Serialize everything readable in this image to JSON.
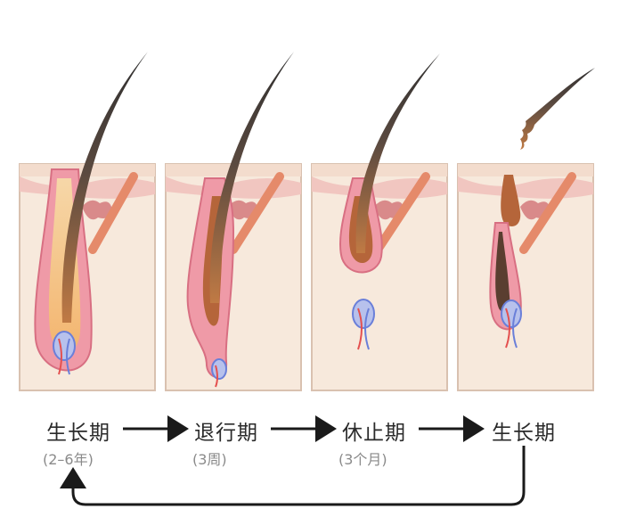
{
  "stages": [
    {
      "name": "生长期",
      "duration": "(2–6年)"
    },
    {
      "name": "退行期",
      "duration": "(3周)"
    },
    {
      "name": "休止期",
      "duration": "(3个月)"
    },
    {
      "name": "生长期",
      "duration": ""
    }
  ],
  "colors": {
    "skin": "#f7e9dc",
    "panel_border": "#d9c1b0",
    "epidermis": "#f1c6c0",
    "bulb_pink": "#e87f92",
    "hair_dark": "#3a3a3a",
    "hair_brown": "#b86a3a",
    "gland": "#d98a8a",
    "vessel_blue": "#6a7fd9",
    "vessel_red": "#e4504f",
    "arrow": "#1a1a1a"
  },
  "icons": [
    "right-arrow-icon",
    "return-loop-arrow-icon"
  ]
}
